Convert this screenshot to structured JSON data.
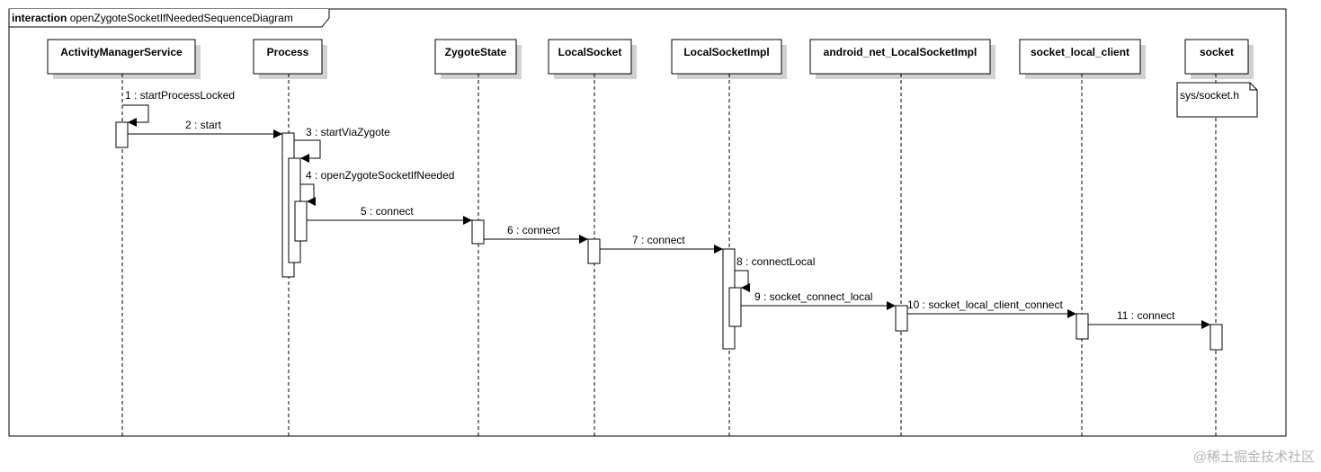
{
  "frame": {
    "keyword": "interaction",
    "name": "openZygoteSocketIfNeededSequenceDiagram"
  },
  "participants": [
    {
      "id": "ams",
      "label": "ActivityManagerService"
    },
    {
      "id": "process",
      "label": "Process"
    },
    {
      "id": "zygote",
      "label": "ZygoteState"
    },
    {
      "id": "localsocket",
      "label": "LocalSocket"
    },
    {
      "id": "localsocketimpl",
      "label": "LocalSocketImpl"
    },
    {
      "id": "jni",
      "label": "android_net_LocalSocketImpl"
    },
    {
      "id": "client",
      "label": "socket_local_client"
    },
    {
      "id": "socket",
      "label": "socket"
    }
  ],
  "note": {
    "participant": "socket",
    "text": "sys/socket.h"
  },
  "messages": [
    {
      "seq": 1,
      "label": "1 : startProcessLocked",
      "from": "ams",
      "to": "ams"
    },
    {
      "seq": 2,
      "label": "2 : start",
      "from": "ams",
      "to": "process"
    },
    {
      "seq": 3,
      "label": "3 : startViaZygote",
      "from": "process",
      "to": "process"
    },
    {
      "seq": 4,
      "label": "4 : openZygoteSocketIfNeeded",
      "from": "process",
      "to": "process"
    },
    {
      "seq": 5,
      "label": "5 : connect",
      "from": "process",
      "to": "zygote"
    },
    {
      "seq": 6,
      "label": "6 : connect",
      "from": "zygote",
      "to": "localsocket"
    },
    {
      "seq": 7,
      "label": "7 : connect",
      "from": "localsocket",
      "to": "localsocketimpl"
    },
    {
      "seq": 8,
      "label": "8 : connectLocal",
      "from": "localsocketimpl",
      "to": "localsocketimpl"
    },
    {
      "seq": 9,
      "label": "9 : socket_connect_local",
      "from": "localsocketimpl",
      "to": "jni"
    },
    {
      "seq": 10,
      "label": "10 : socket_local_client_connect",
      "from": "jni",
      "to": "client"
    },
    {
      "seq": 11,
      "label": "11 : connect",
      "from": "client",
      "to": "socket"
    }
  ],
  "watermark": "@稀土掘金技术社区"
}
